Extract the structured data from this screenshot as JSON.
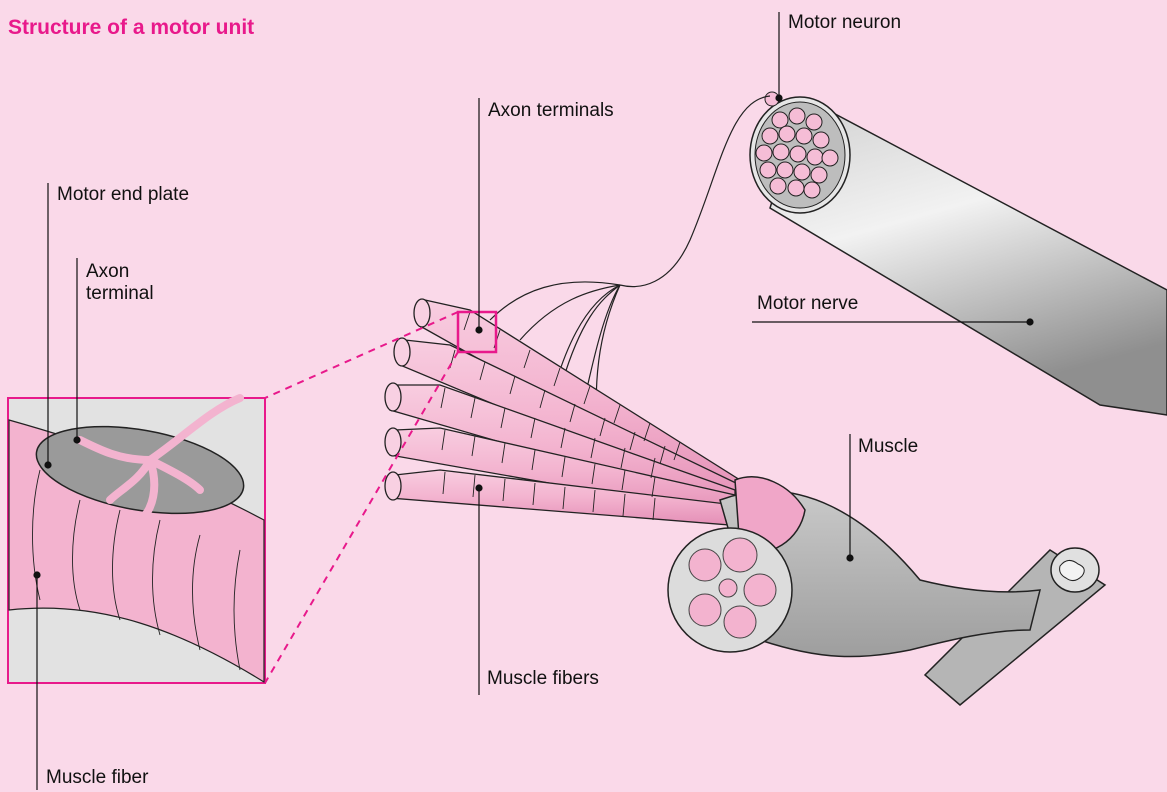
{
  "title": "Structure of a motor unit",
  "labels": {
    "motor_neuron": "Motor neuron",
    "axon_terminals": "Axon terminals",
    "motor_end_plate": "Motor end plate",
    "axon_terminal_line1": "Axon",
    "axon_terminal_line2": "terminal",
    "motor_nerve": "Motor nerve",
    "muscle": "Muscle",
    "muscle_fibers": "Muscle fibers",
    "muscle_fiber": "Muscle fiber"
  },
  "colors": {
    "background": "#fad9e9",
    "accent": "#e8198b",
    "fiber_pink": "#f3b3cf",
    "nerve_gray": "#b9b9b9",
    "end_plate_gray": "#9a9a9a"
  }
}
